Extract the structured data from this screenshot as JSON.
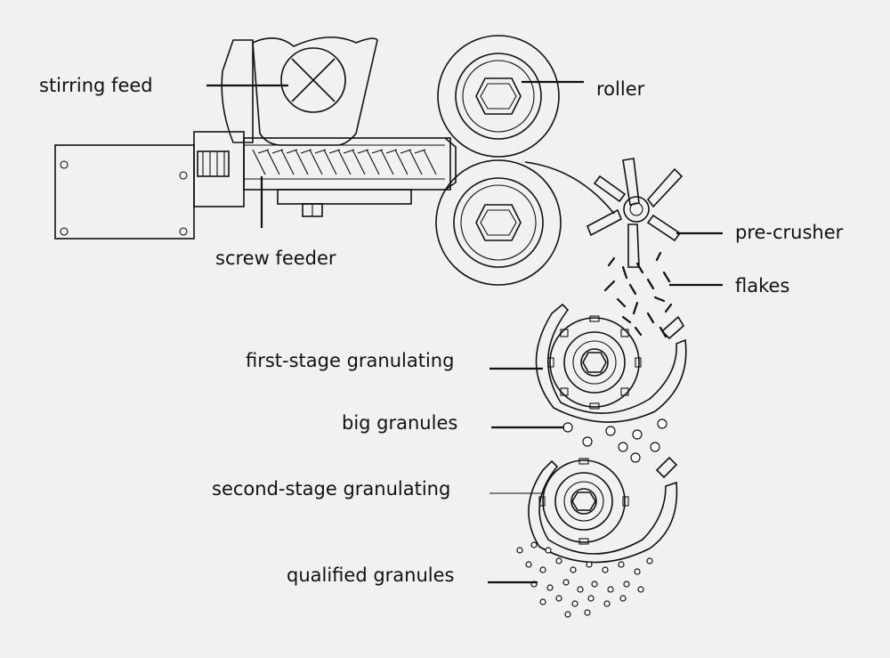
{
  "labels": {
    "stirring_feed": "stirring feed",
    "roller": "roller",
    "screw_feeder": "screw feeder",
    "pre_crusher": "pre-crusher",
    "flakes": "flakes",
    "first_stage": "first-stage granulating",
    "big_granules": "big granules",
    "second_stage": "second-stage granulating",
    "qualified_granules": "qualified granules"
  },
  "colors": {
    "background": "#f1f1f1",
    "line": "#111111",
    "fill": "#ffffff"
  }
}
